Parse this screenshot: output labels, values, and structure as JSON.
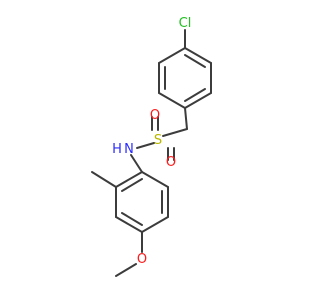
{
  "molecule": {
    "atoms": {
      "chlorine": "Cl",
      "sulfur": "S",
      "sulfonyl_oxygen_left": "O",
      "sulfonyl_oxygen_right": "O",
      "nitrogen": "N",
      "hydrogen": "H",
      "methoxy_oxygen": "O"
    },
    "colors": {
      "bond": "#3c3c3c",
      "chlorine": "#21c121",
      "oxygen": "#ff1a1a",
      "nitrogen": "#2b2bff",
      "sulfur": "#b8b800",
      "background": "#ffffff"
    }
  }
}
